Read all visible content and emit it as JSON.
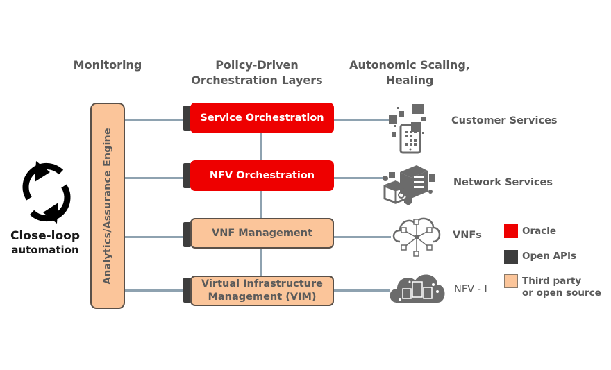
{
  "headers": {
    "monitoring": "Monitoring",
    "orchestration_line1": "Policy-Driven",
    "orchestration_line2": "Orchestration Layers",
    "scaling_line1": "Autonomic Scaling,",
    "scaling_line2": "Healing"
  },
  "close_loop": {
    "icon": "refresh-cycle-icon",
    "label_line1": "Close-loop",
    "label_line2": "automation"
  },
  "engine": {
    "label": "Analytics/Assurance  Engine"
  },
  "layers": [
    {
      "label_line1": "Service  Orchestration",
      "label_line2": "",
      "category": "Oracle"
    },
    {
      "label_line1": "NFV Orchestration",
      "label_line2": "",
      "category": "Oracle"
    },
    {
      "label_line1": "VNF Management",
      "label_line2": "",
      "category": "Third party or open source"
    },
    {
      "label_line1": "Virtual  Infrastructure",
      "label_line2": "Management (VIM)",
      "category": "Third party or open source"
    }
  ],
  "services": [
    {
      "label": "Customer Services",
      "icon": "tablet-apps-icon"
    },
    {
      "label": "Network Services",
      "icon": "server-network-icon"
    },
    {
      "label": "VNFs",
      "icon": "cloud-network-icon"
    },
    {
      "label": "NFV - I",
      "icon": "cloud-infrastructure-icon"
    }
  ],
  "legend": [
    {
      "label_line1": "Oracle",
      "label_line2": "",
      "color": "#ee0000"
    },
    {
      "label_line1": "Open APIs",
      "label_line2": "",
      "color": "#3d3d3d"
    },
    {
      "label_line1": "Third party",
      "label_line2": "or open source",
      "color": "#fbc59a"
    }
  ],
  "colors": {
    "oracle": "#ee0000",
    "open_api": "#3d3d3d",
    "third_party": "#fbc59a",
    "connector": "#8ea2b0",
    "icon_gray": "#6b6b6b"
  }
}
